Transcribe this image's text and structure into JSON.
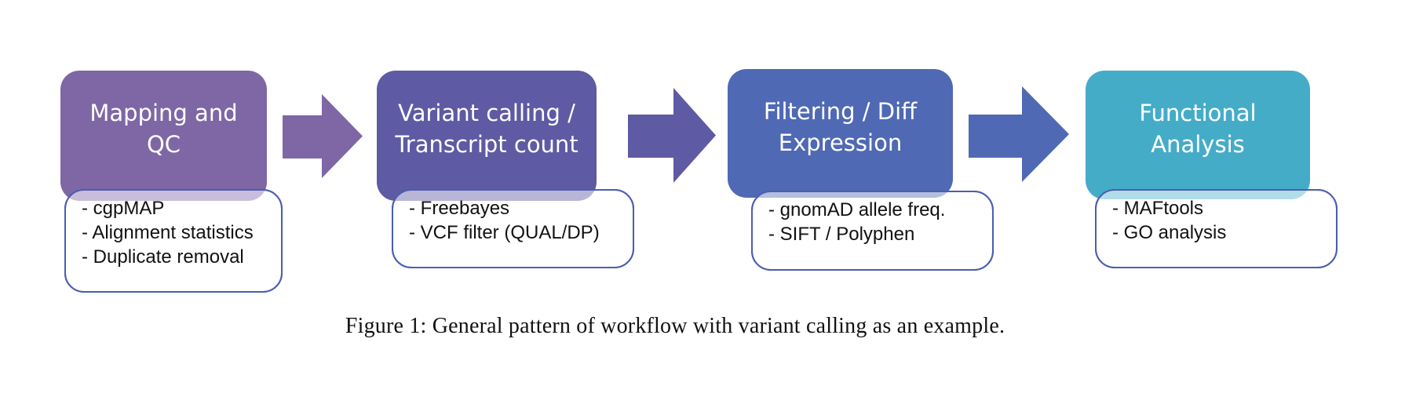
{
  "stages": [
    {
      "title_lines": [
        "Mapping and",
        "QC"
      ],
      "details": [
        "- cgpMAP",
        "- Alignment  statistics",
        "- Duplicate  removal"
      ],
      "color": "#7f67a6",
      "overlap_color": "#c8bedc"
    },
    {
      "title_lines": [
        "Variant  calling  /",
        "Transcript  count"
      ],
      "details": [
        "- Freebayes",
        "- VCF filter (QUAL/DP)"
      ],
      "color": "#5e5aa3",
      "overlap_color": "#b8b6d6"
    },
    {
      "title_lines": [
        "Filtering / Diff",
        "Expression"
      ],
      "details": [
        "- gnomAD allele freq.",
        "- SIFT / Polyphen"
      ],
      "color": "#5069b4",
      "overlap_color": "#b4bfe0"
    },
    {
      "title_lines": [
        "Functional",
        "Analysis"
      ],
      "details": [
        "- MAFtools",
        "- GO analysis"
      ],
      "color": "#45acc8",
      "overlap_color": "#b0dde8"
    }
  ],
  "arrows": [
    {
      "color": "#7f67a6"
    },
    {
      "color": "#5e5aa3"
    },
    {
      "color": "#5069b4"
    }
  ],
  "detail_border_color": "#4b5eb0",
  "caption": "Figure 1: General pattern of workflow with variant calling as an example."
}
